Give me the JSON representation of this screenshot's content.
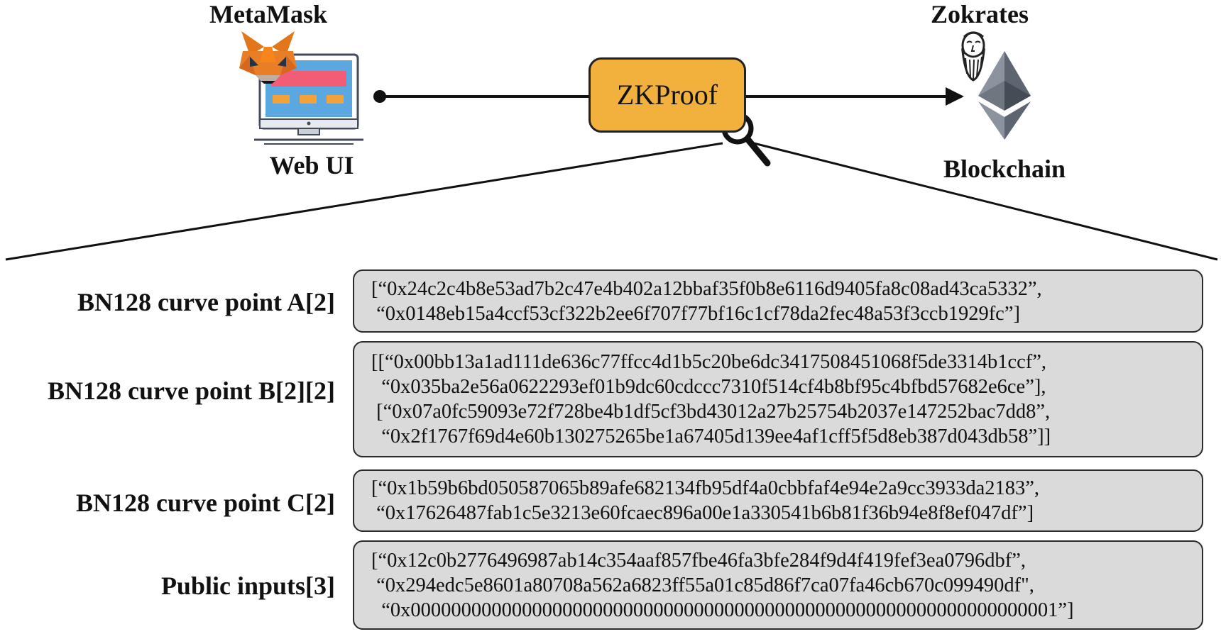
{
  "header": {
    "wallet_label": "MetaMask",
    "webui_label": "Web UI",
    "proof_label": "ZKProof",
    "zokrates_label": "Zokrates",
    "blockchain_label": "Blockchain"
  },
  "icons": {
    "wallet": "metamask-fox-icon",
    "computer": "monitor-icon",
    "magnifier": "magnifying-glass-icon",
    "zokrates": "socrates-head-icon",
    "blockchain": "ethereum-icon"
  },
  "colors": {
    "proof_box": "#f1b13c",
    "value_box": "#dadada",
    "monitor_screen": "#5ba7e0",
    "monitor_banner": "#f25c74",
    "monitor_buttons": "#f2a23a",
    "fox_orange": "#e87f26",
    "ethereum_grey": "#8b939e"
  },
  "fields": [
    {
      "label": "BN128 curve point A[2]",
      "lines": [
        "[“0x24c2c4b8e53ad7b2c47e4b402a12bbaf35f0b8e6116d9405fa8c08ad43ca5332”,",
        " “0x0148eb15a4ccf53cf322b2ee6f707f77bf16c1cf78da2fec48a53f3ccb1929fc”]"
      ]
    },
    {
      "label": "BN128 curve point B[2][2]",
      "lines": [
        "[[“0x00bb13a1ad111de636c77ffcc4d1b5c20be6dc3417508451068f5de3314b1ccf”,",
        "  “0x035ba2e56a0622293ef01b9dc60cdccc7310f514cf4b8bf95c4bfbd57682e6ce”],",
        " [“0x07a0fc59093e72f728be4b1df5cf3bd43012a27b25754b2037e147252bac7dd8”,",
        "  “0x2f1767f69d4e60b130275265be1a67405d139ee4af1cff5f5d8eb387d043db58”]]"
      ]
    },
    {
      "label": "BN128 curve point C[2]",
      "lines": [
        "[“0x1b59b6bd050587065b89afe682134fb95df4a0cbbfaf4e94e2a9cc3933da2183”,",
        " “0x17626487fab1c5e3213e60fcaec896a00e1a330541b6b81f36b94e8f8ef047df”]"
      ]
    },
    {
      "label": "Public inputs[3]",
      "lines": [
        "[“0x12c0b2776496987ab14c354aaf857fbe46fa3bfe284f9d4f419fef3ea0796dbf”,",
        " “0x294edc5e8601a80708a562a6823ff55a01c85d86f7ca07fa46cb670c099490df\",",
        "  “0x0000000000000000000000000000000000000000000000000000000000000001”]"
      ]
    }
  ]
}
